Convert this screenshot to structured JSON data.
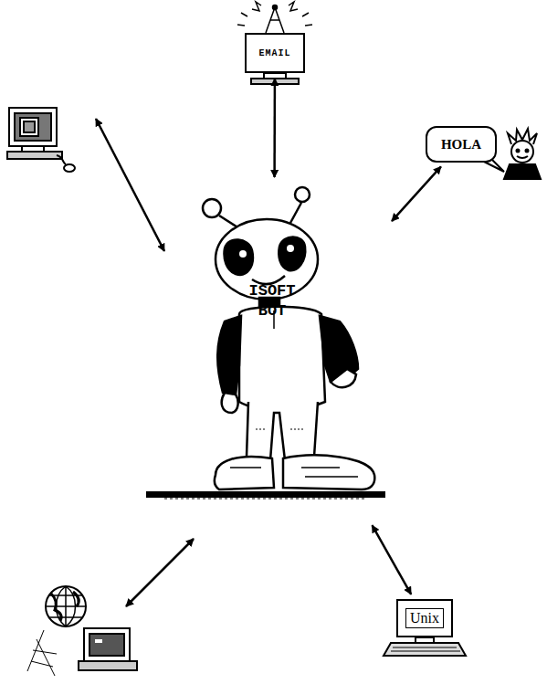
{
  "diagram": {
    "nodes": [
      {
        "text": [
          "EMAIL"
        ]
      },
      {
        "text": [
          "HOLA"
        ]
      },
      {
        "text": [
          "ISOFT BOT"
        ]
      },
      {
        "text": [
          "Unix"
        ]
      }
    ],
    "edges": [
      {
        "from": 2,
        "to": 0,
        "arrow": "both"
      },
      {
        "from": 2,
        "to": 1,
        "arrow": "both"
      },
      {
        "from": 2,
        "to": 3,
        "arrow": "both"
      }
    ]
  }
}
